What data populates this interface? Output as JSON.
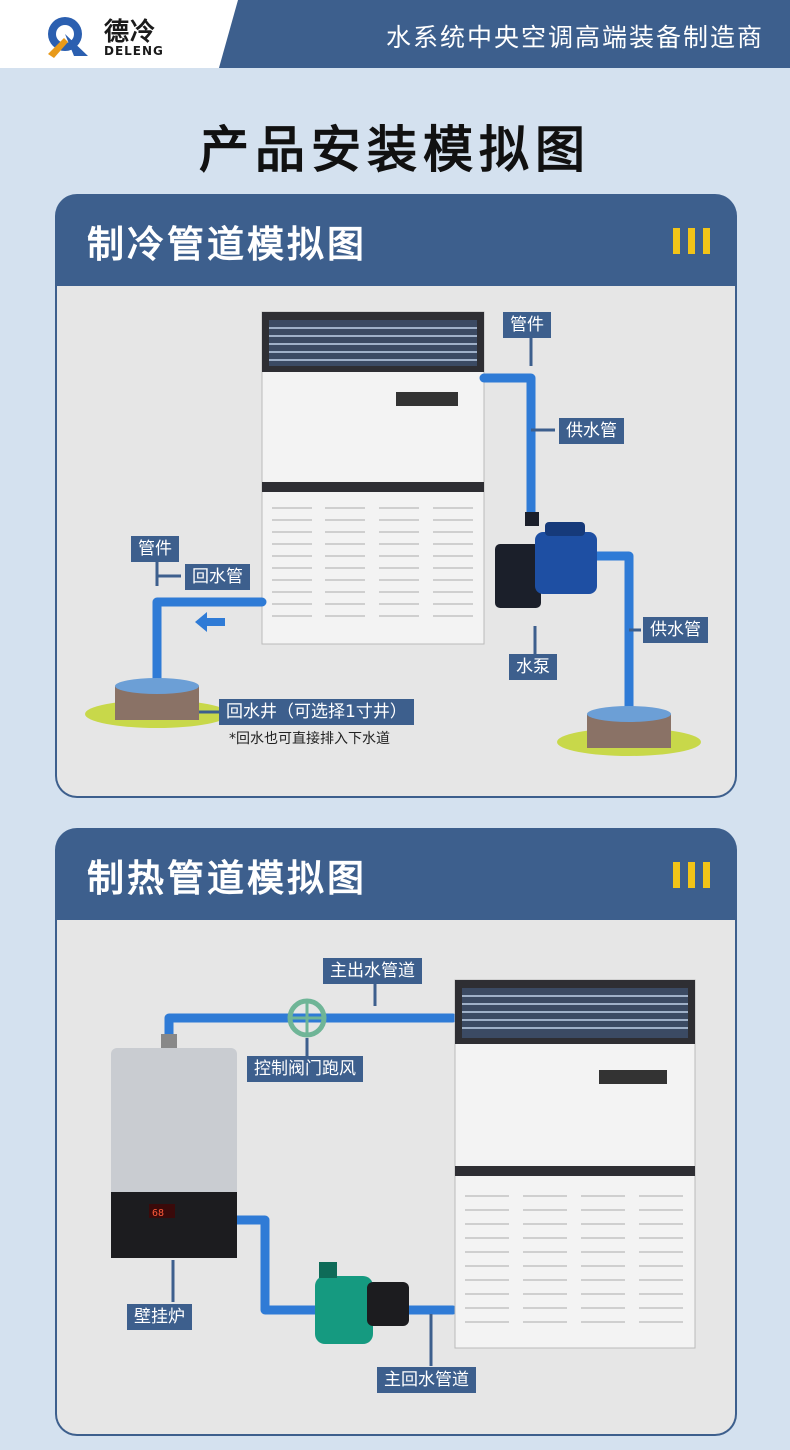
{
  "header": {
    "brand_cn": "德冷",
    "brand_en": "DELENG",
    "slogan": "水系统中央空调高端装备制造商"
  },
  "page_title": "产品安装模拟图",
  "cooling": {
    "title": "制冷管道模拟图",
    "labels": {
      "fitting_right": "管件",
      "supply_pipe_upper": "供水管",
      "fitting_left": "管件",
      "return_pipe": "回水管",
      "supply_pipe_lower": "供水管",
      "water_pump": "水泵",
      "return_well": "回水井（可选择1寸井）",
      "note": "*回水也可直接排入下水道"
    }
  },
  "heating": {
    "title": "制热管道模拟图",
    "labels": {
      "main_outlet": "主出水管道",
      "valve": "控制阀门跑风",
      "boiler": "壁挂炉",
      "main_return": "主回水管道"
    },
    "boiler_display": "68"
  },
  "colors": {
    "brand_blue": "#3d5f8d",
    "pipe_blue": "#2f7bd6",
    "accent_yellow": "#f2c418",
    "panel_gray": "#e6e6e6"
  }
}
